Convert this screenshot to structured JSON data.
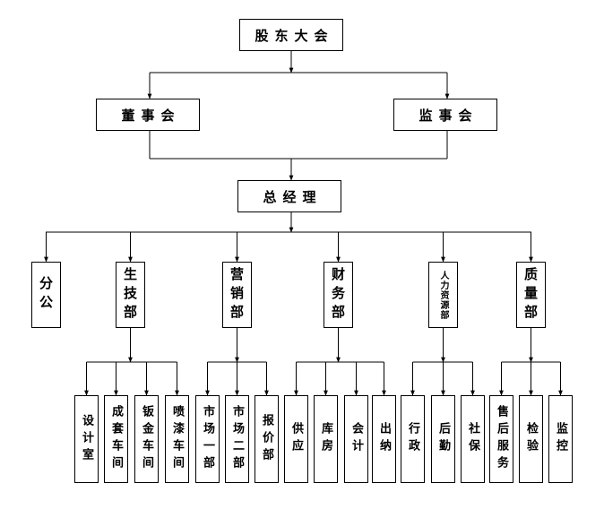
{
  "shareholders": "股东大会",
  "board": "董事会",
  "supervisors": "监事会",
  "general_manager": "总经理",
  "departments": [
    {
      "name": "分公",
      "children": []
    },
    {
      "name": "生技部",
      "children": [
        "设计室",
        "成套车间",
        "钣金车间",
        "喷漆车间"
      ]
    },
    {
      "name": "营销部",
      "children": [
        "市场一部",
        "市场二部",
        "报价部"
      ]
    },
    {
      "name": "财务部",
      "children": [
        "供应",
        "库房",
        "会计",
        "出纳"
      ]
    },
    {
      "name": "人力资源部",
      "children": [
        "行政",
        "后勤",
        "社保"
      ]
    },
    {
      "name": "质量部",
      "children": [
        "售后服务",
        "检验",
        "监控"
      ]
    }
  ]
}
